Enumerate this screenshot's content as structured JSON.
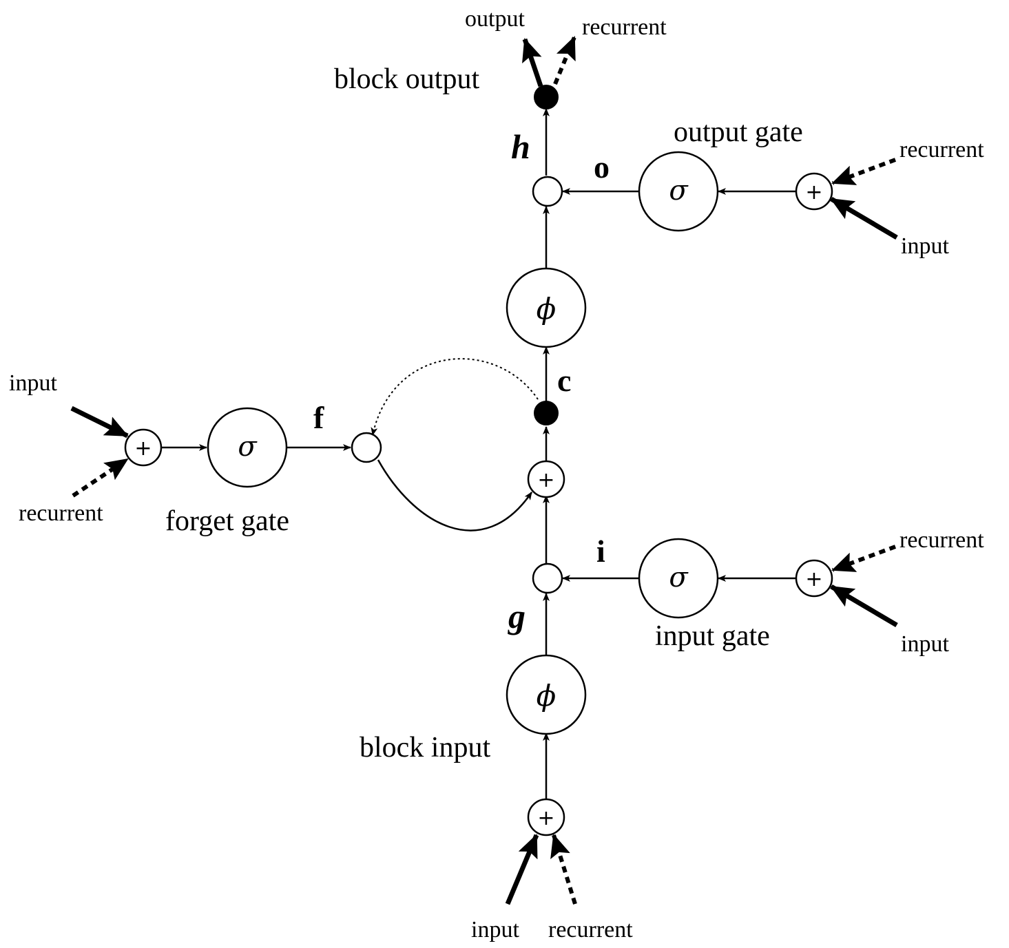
{
  "labels": {
    "block_output": "block output",
    "output_gate": "output gate",
    "forget_gate": "forget gate",
    "input_gate": "input gate",
    "block_input": "block input"
  },
  "io": {
    "output": "output",
    "recurrent": "recurrent",
    "input": "input",
    "plus": "+"
  },
  "variables": {
    "h": "h",
    "o": "o",
    "c": "c",
    "f": "f",
    "i": "i",
    "g": "g"
  },
  "symbols": {
    "sigma": "σ",
    "phi": "ϕ"
  }
}
